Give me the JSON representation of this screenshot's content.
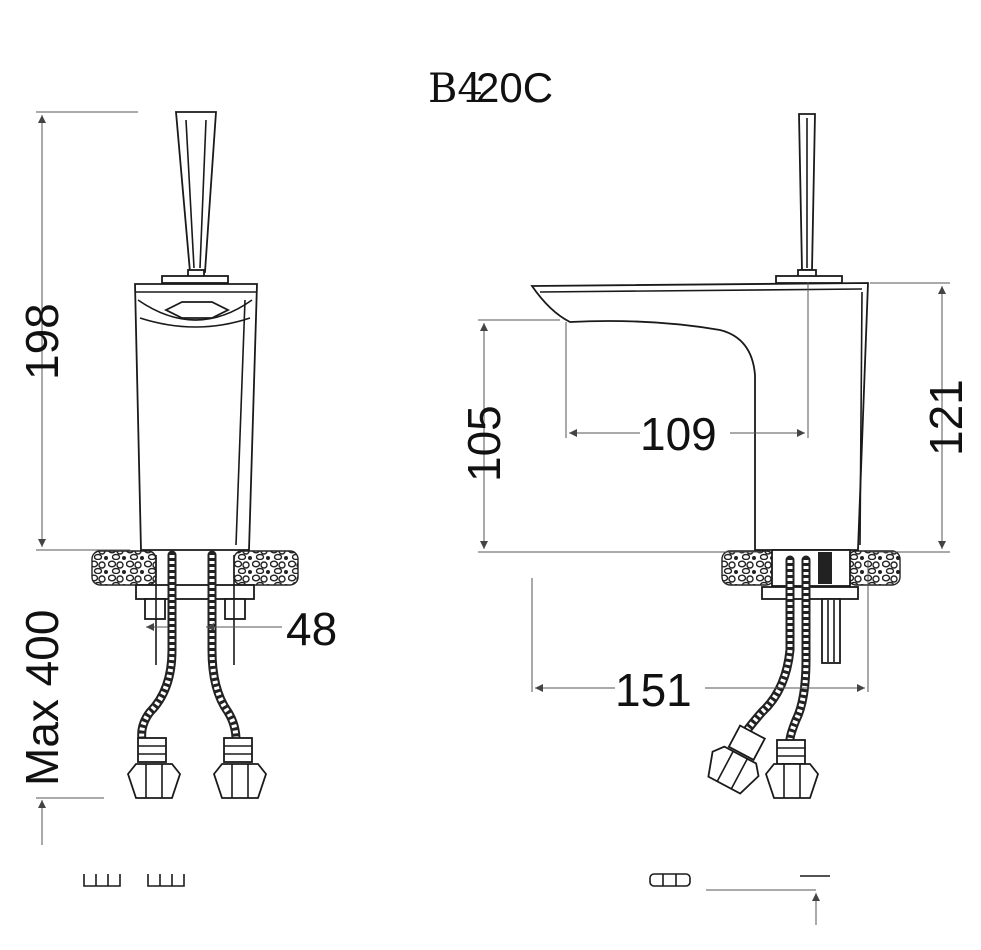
{
  "title": {
    "model_prefix": "B4",
    "model_suffix": "20C"
  },
  "dimensions": {
    "height_total": "198",
    "hose_length": "Max 400",
    "hole_spacing": "48",
    "spout_height": "105",
    "spout_reach": "109",
    "body_height": "121",
    "total_depth": "151"
  },
  "colors": {
    "line": "#1a1a1a",
    "background": "#ffffff"
  }
}
